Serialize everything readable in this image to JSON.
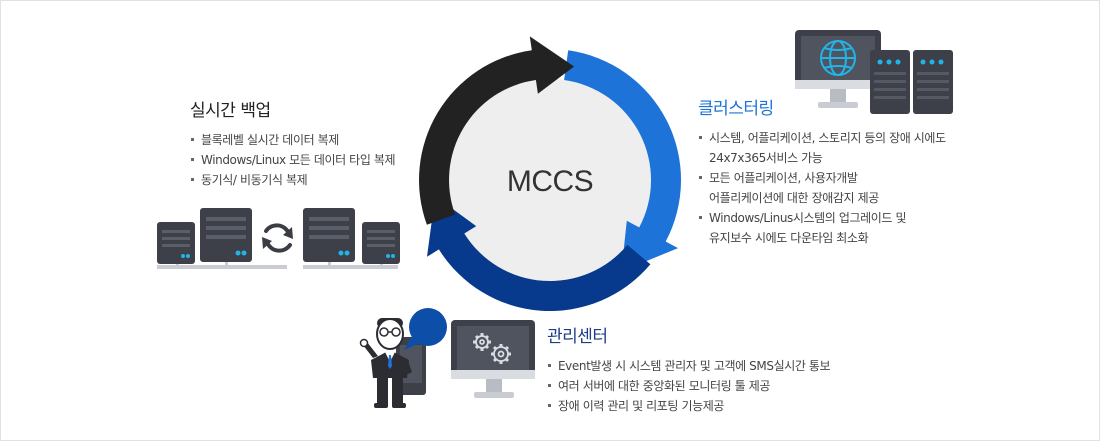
{
  "center": {
    "label": "MCCS"
  },
  "backup": {
    "title": "실시간 백업",
    "items": [
      [
        "블록레벨 실시간 데이터 복제"
      ],
      [
        "Windows/Linux 모든 데이터 타입 복제"
      ],
      [
        "동기식/ 비동기식 복제"
      ]
    ]
  },
  "cluster": {
    "title": "클러스터링",
    "items": [
      [
        "시스템, 어플리케이션, 스토리지 등의 장애 시에도",
        "24x7x365서비스 가능"
      ],
      [
        "모든 어플리케이션, 사용자개발",
        "어플리케이션에 대한 장애감지 제공"
      ],
      [
        "Windows/Linus시스템의 업그레이드 및",
        "유지보수 시에도 다운타임 최소화"
      ]
    ]
  },
  "management": {
    "title": "관리센터",
    "items": [
      [
        "Event발생 시 시스템 관리자 및 고객에 SMS실시간 통보"
      ],
      [
        "여러 서버에 대한 중앙화된 모니터링 툴 제공"
      ],
      [
        "장애 이력 관리 및 리포팅 기능제공"
      ]
    ]
  },
  "colors": {
    "arrow_blue": "#1e73d8",
    "arrow_navy": "#073a8c",
    "arrow_black": "#222222",
    "center_fill": "#eeeeee",
    "server_dark": "#3d4048",
    "server_light": "#c9cdd3",
    "led_cyan": "#21b4e8",
    "bubble": "#0c4ea8"
  },
  "icons": [
    "sync-icon",
    "globe-icon",
    "gear-icon",
    "server-icon",
    "monitor-icon",
    "person-icon",
    "phone-icon",
    "speech-bubble-icon"
  ]
}
